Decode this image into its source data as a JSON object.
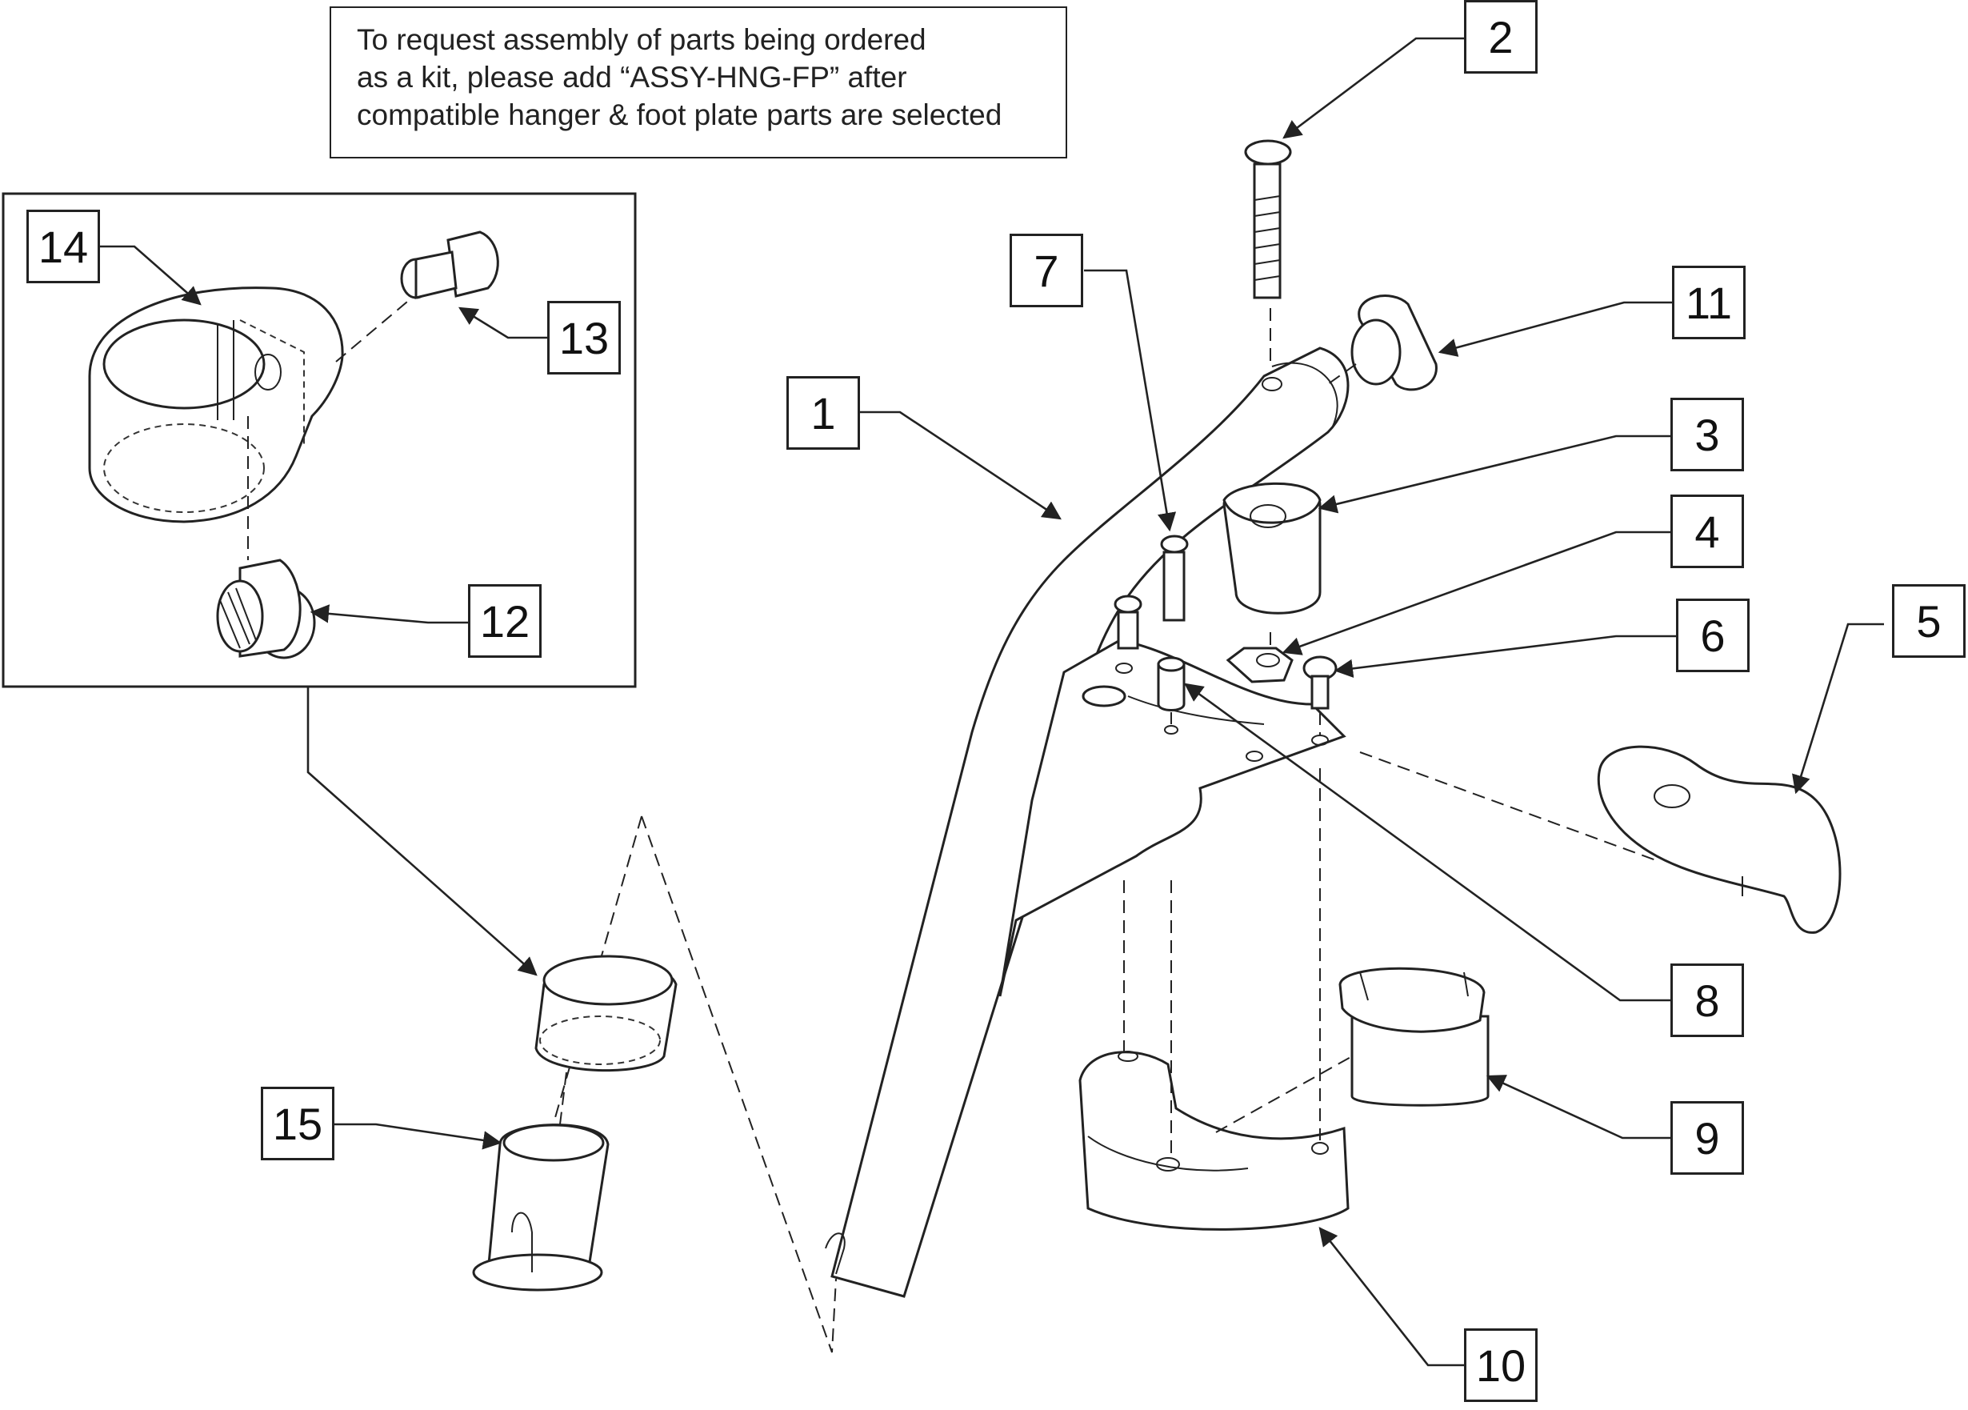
{
  "note": {
    "lines": [
      "To request assembly of parts being ordered",
      "as a kit, please add “ASSY-HNG-FP” after",
      "compatible hanger & foot plate parts are selected"
    ]
  },
  "callouts": {
    "c1": "1",
    "c2": "2",
    "c3": "3",
    "c4": "4",
    "c5": "5",
    "c6": "6",
    "c7": "7",
    "c8": "8",
    "c9": "9",
    "c10": "10",
    "c11": "11",
    "c12": "12",
    "c13": "13",
    "c14": "14",
    "c15": "15"
  }
}
